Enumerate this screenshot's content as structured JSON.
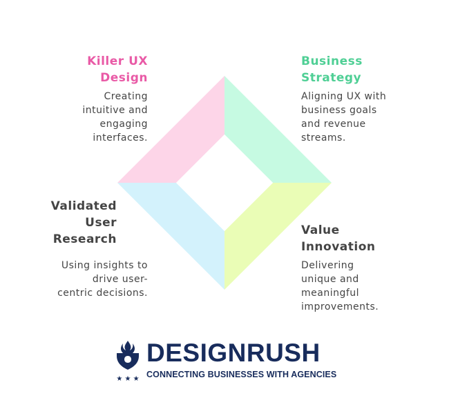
{
  "colors": {
    "pink": "#fdd5e8",
    "mint": "#c6fae2",
    "blue": "#d3f2fc",
    "lime": "#eafdb6",
    "pink_text": "#e95aa6",
    "green_text": "#4fcf95",
    "dark_text": "#444444",
    "brand_navy": "#182c5c"
  },
  "quadrants": {
    "killer": {
      "title": "Killer UX\nDesign",
      "desc": "Creating\nintuitive and\nengaging\ninterfaces."
    },
    "business": {
      "title": "Business\nStrategy",
      "desc": "Aligning UX with\nbusiness goals\nand revenue\nstreams."
    },
    "validated": {
      "title": "Validated\nUser\nResearch",
      "desc": "Using insights to\ndrive user-\ncentric decisions."
    },
    "value": {
      "title": "Value\nInnovation",
      "desc": "Delivering\nunique and\nmeaningful\nimprovements."
    }
  },
  "logo": {
    "wordmark": "DESIGNRUSH",
    "tagline": "CONNECTING BUSINESSES WITH AGENCIES",
    "icon": "designrush-shield-icon"
  }
}
